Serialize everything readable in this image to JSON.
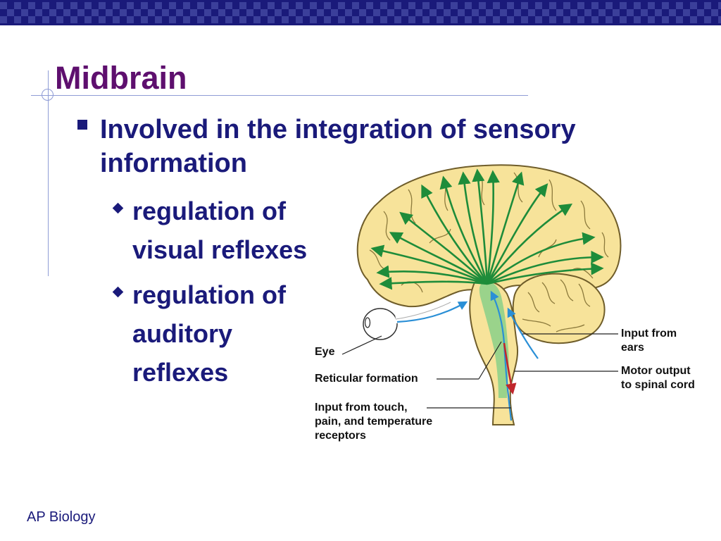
{
  "slide": {
    "title": "Midbrain",
    "bullets": [
      {
        "text": "Involved in the integration of sensory information",
        "sub": [
          {
            "line1": "regulation of",
            "line2": "visual reflexes"
          },
          {
            "line1": "regulation of",
            "line2": "auditory",
            "line3": "reflexes"
          }
        ]
      }
    ],
    "footer": "AP Biology"
  },
  "figure": {
    "labels": {
      "eye": "Eye",
      "reticular": "Reticular formation",
      "touch_1": "Input from touch,",
      "touch_2": "pain, and temperature",
      "touch_3": "receptors",
      "ears_1": "Input from",
      "ears_2": "ears",
      "motor_1": "Motor output",
      "motor_2": "to spinal cord"
    }
  },
  "colors": {
    "title": "#5e0f6e",
    "text": "#1a1a7a",
    "bar": "#1a1a7a",
    "brain_fill": "#f7e39a",
    "tract": "#1e8c3a",
    "input_arrow": "#2a8fd6",
    "motor_arrow": "#c0262c"
  }
}
